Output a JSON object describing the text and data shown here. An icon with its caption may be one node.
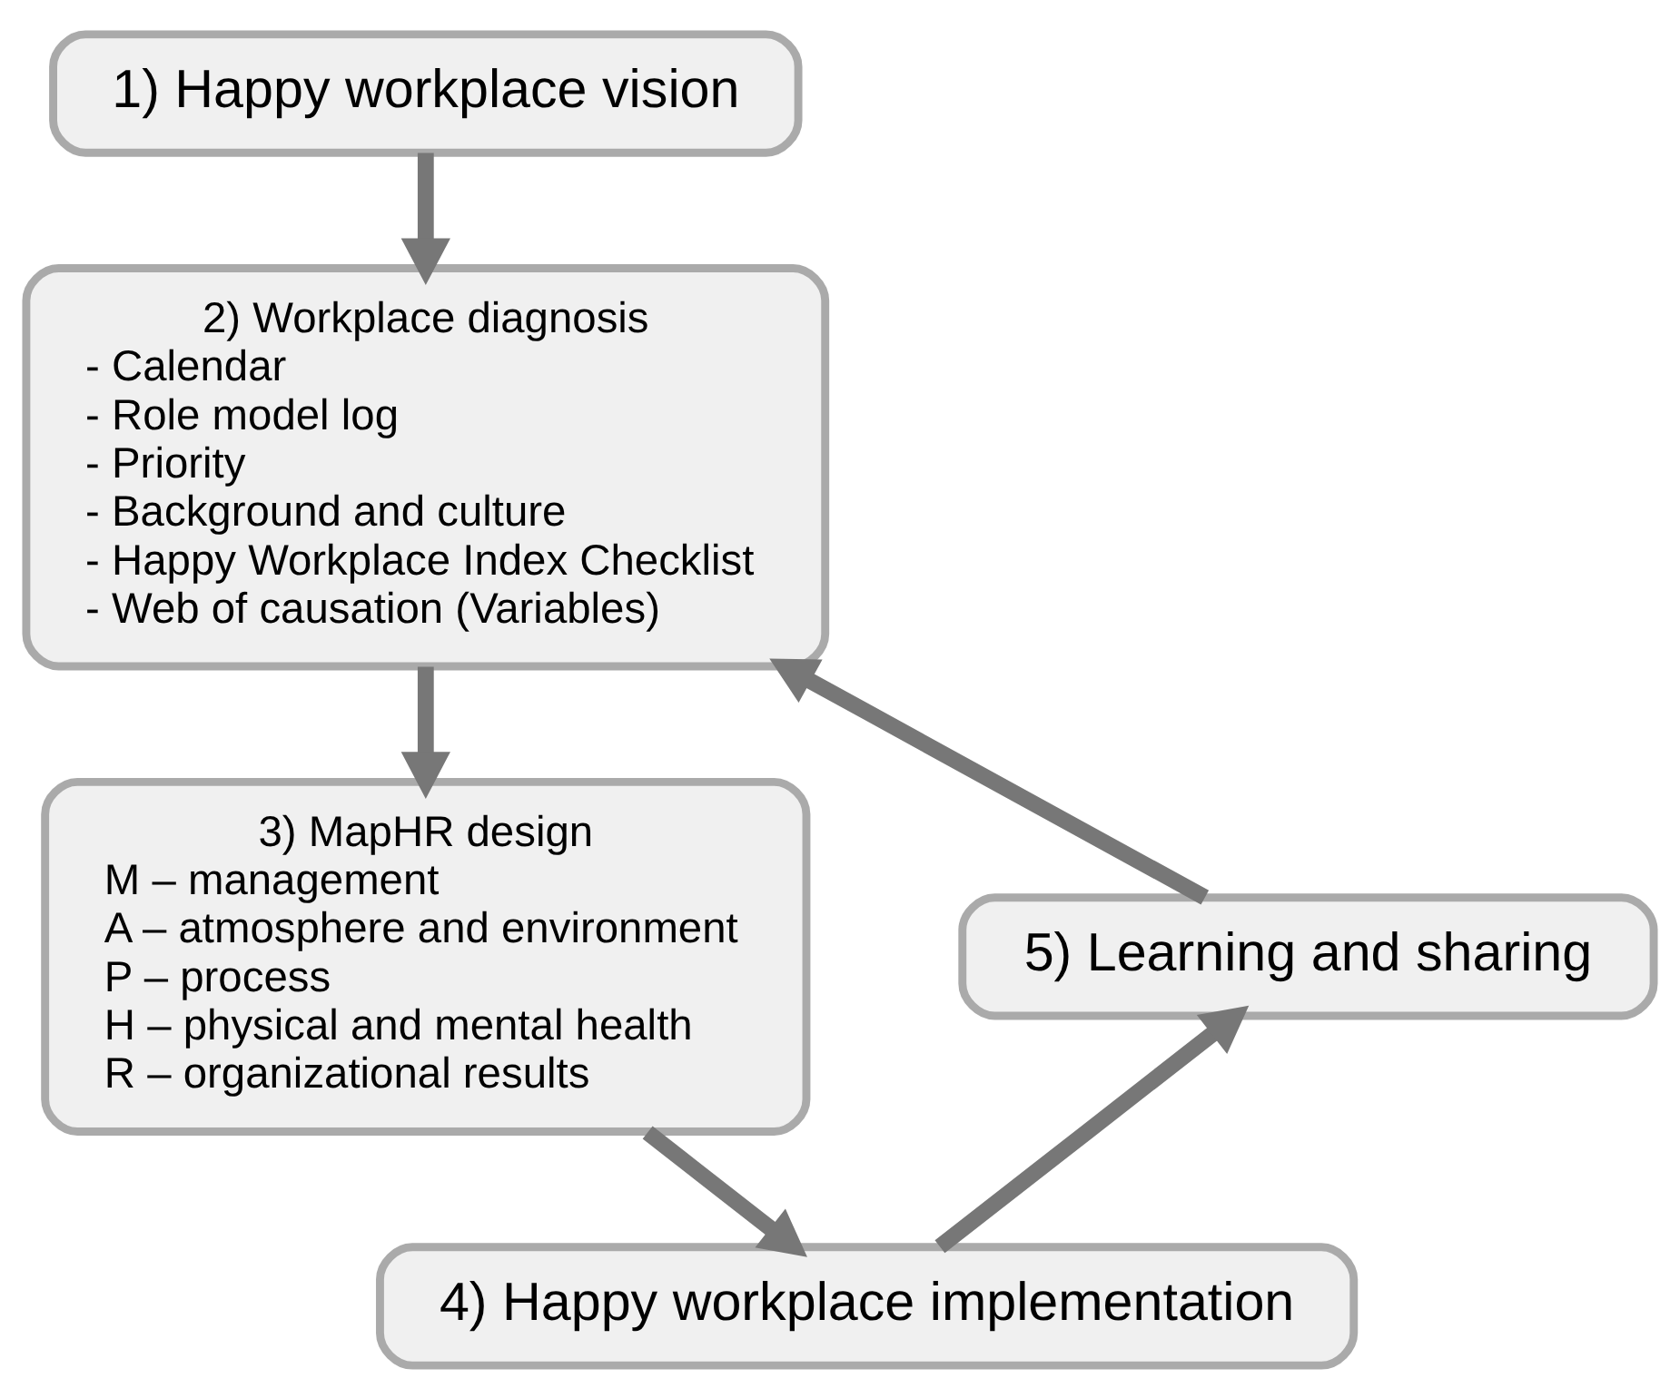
{
  "diagram": {
    "nodes": [
      {
        "text": [
          "1) Happy workplace vision"
        ]
      },
      {
        "text": [
          "2) Workplace diagnosis",
          "- Calendar",
          "- Role model log",
          "- Priority",
          "- Background and culture",
          "- Happy Workplace Index Checklist",
          "- Web of causation (Variables)"
        ]
      },
      {
        "text": [
          "3) MapHR design",
          "M – management",
          "A – atmosphere and environment",
          "P – process",
          "H – physical and mental health",
          "R – organizational results"
        ]
      },
      {
        "text": [
          "4) Happy workplace implementation"
        ]
      },
      {
        "text": [
          "5) Learning and sharing"
        ]
      }
    ],
    "edges": [
      {
        "from": 0,
        "to": 1,
        "arrow": "to"
      },
      {
        "from": 1,
        "to": 2,
        "arrow": "to"
      },
      {
        "from": 2,
        "to": 3,
        "arrow": "to"
      },
      {
        "from": 3,
        "to": 4,
        "arrow": "to"
      },
      {
        "from": 4,
        "to": 1,
        "arrow": "to"
      }
    ]
  }
}
